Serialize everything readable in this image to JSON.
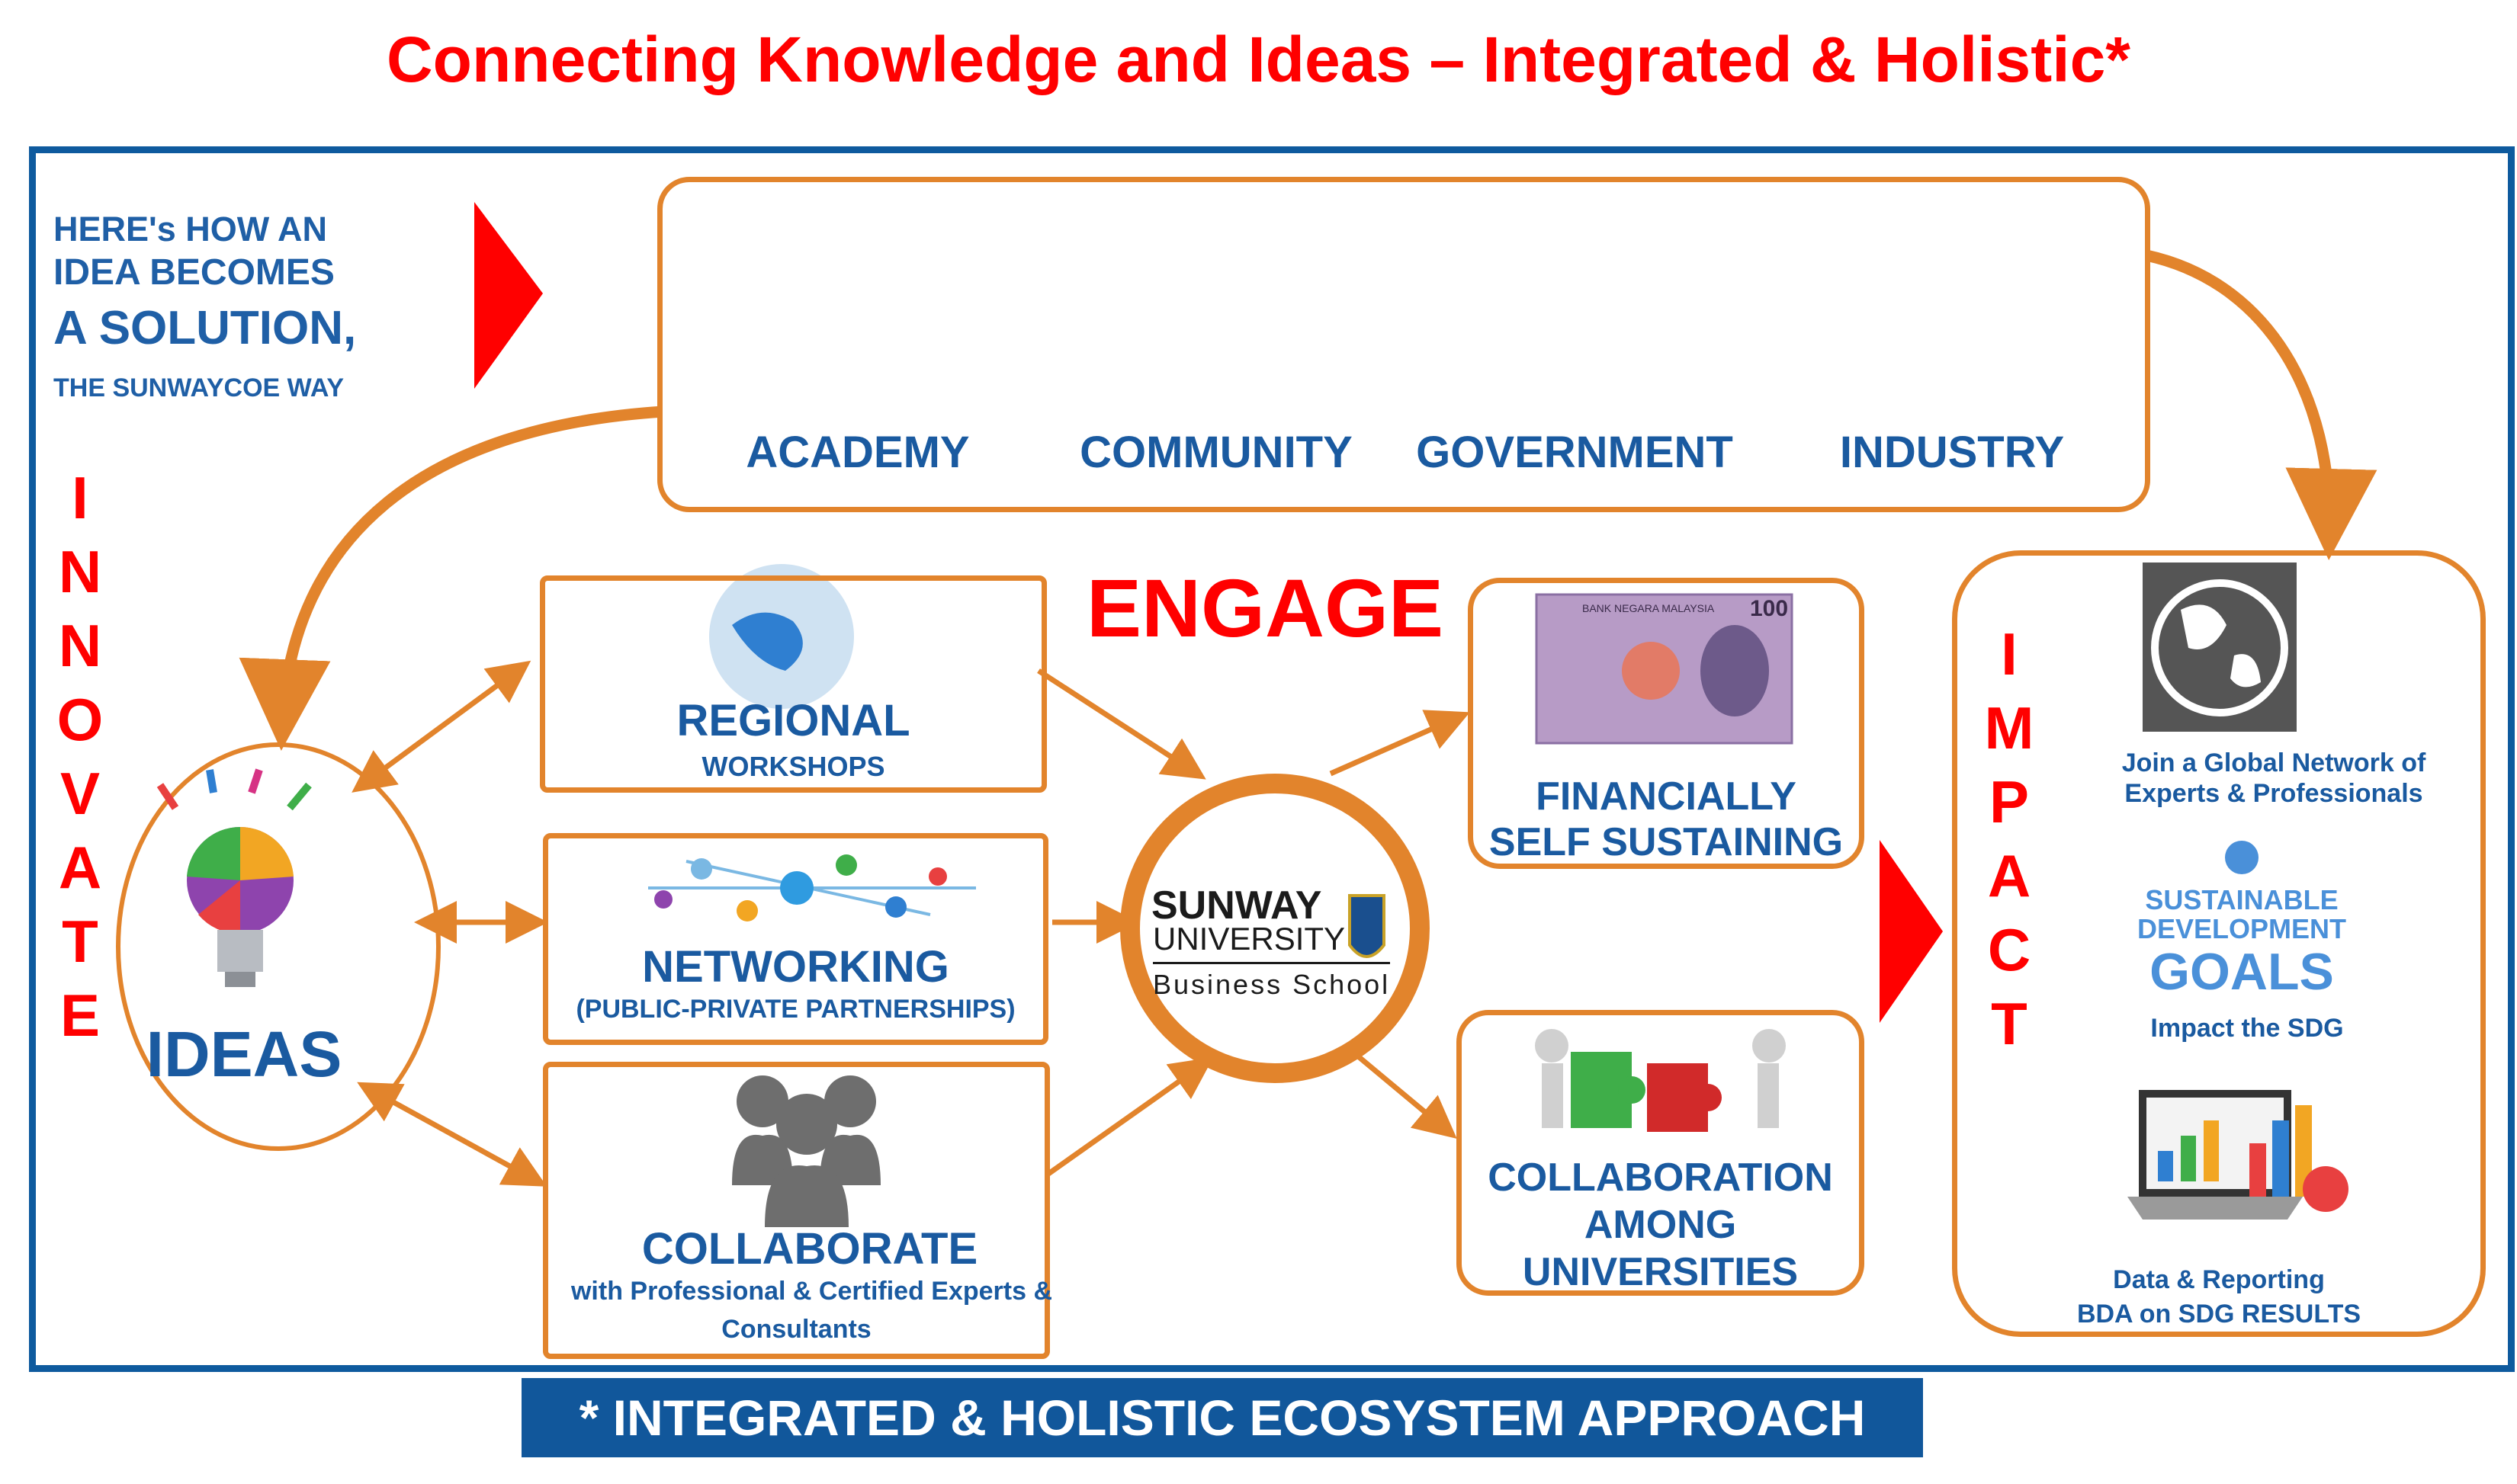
{
  "title": "Connecting Knowledge and Ideas – Integrated & Holistic*",
  "intro": {
    "line1": "HERE's HOW AN",
    "line2": "IDEA BECOMES",
    "line3": "A SOLUTION,",
    "line4": "THE SUNWAYCOE WAY"
  },
  "stakeholders": [
    {
      "label": "ACADEMY",
      "icon": "graduation-cap-icon"
    },
    {
      "label": "COMMUNITY",
      "icon": "community-circle-icon"
    },
    {
      "label": "GOVERNMENT",
      "icon": "coat-of-arms-icon"
    },
    {
      "label": "INDUSTRY",
      "icon": "industry-network-icon"
    }
  ],
  "innovate_letters": [
    "I",
    "N",
    "N",
    "O",
    "V",
    "A",
    "T",
    "E"
  ],
  "impact_letters": [
    "I",
    "M",
    "P",
    "A",
    "C",
    "T"
  ],
  "ideas": {
    "label": "IDEAS",
    "icon": "lightbulb-icon"
  },
  "engage": "ENGAGE",
  "regional": {
    "title": "REGIONAL",
    "subtitle": "WORKSHOPS"
  },
  "networking": {
    "title": "NETWORKING",
    "subtitle": "(PUBLIC-PRIVATE PARTNERSHIPS)"
  },
  "collaborate": {
    "title": "COLLABORATE",
    "line1": "with Professional & Certified Experts &",
    "line2": "Consultants"
  },
  "center": {
    "line1": "SUNWAY",
    "line2": "UNIVERSITY",
    "line3": "Business School"
  },
  "financial": {
    "line1": "FINANCIALLY",
    "line2": "SELF SUSTAINING",
    "note_text": "BANK NEGARA MALAYSIA",
    "note_value": "100"
  },
  "collab_univ": {
    "line1": "COLLABORATION",
    "line2": "AMONG",
    "line3": "UNIVERSITIES"
  },
  "impact_items": {
    "global1": "Join a Global Network of",
    "global2": "Experts & Professionals",
    "sdg_logo1": "SUSTAINABLE",
    "sdg_logo2": "DEVELOPMENT",
    "sdg_logo3": "GOALS",
    "sdg": "Impact the SDG",
    "data1": "Data & Reporting",
    "data2": "BDA on SDG RESULTS"
  },
  "banner": "* INTEGRATED & HOLISTIC ECOSYSTEM APPROACH",
  "colors": {
    "orange": "#e2842c",
    "red": "#ff0000",
    "blue": "#1a5aa0",
    "frame": "#0e5a9e"
  }
}
